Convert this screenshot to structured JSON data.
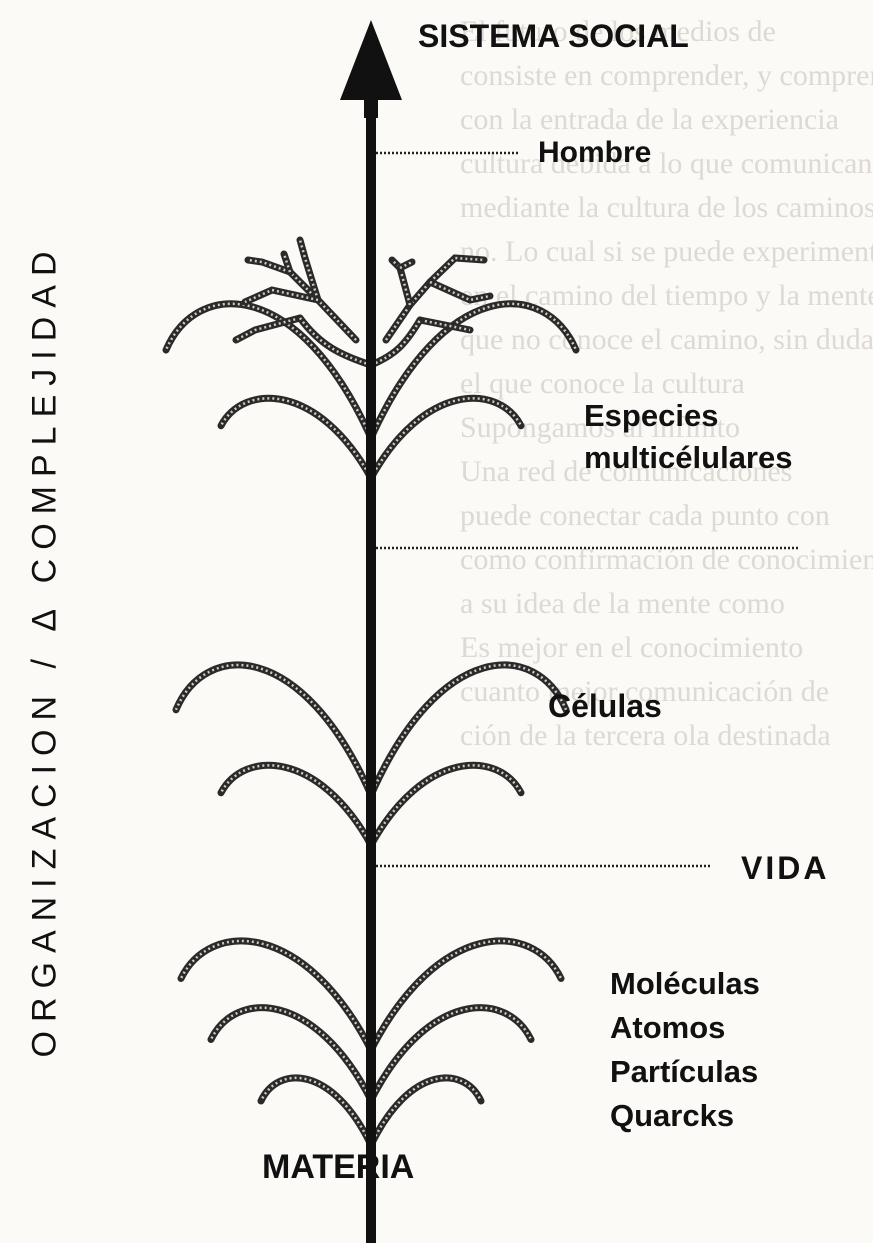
{
  "title": "SISTEMA  SOCIAL",
  "bottom_label": "MATERIA",
  "axis_label": "ORGANIZACION / Δ COMPLEJIDAD",
  "levels": {
    "hombre": "Hombre",
    "especies_1": "Especies",
    "especies_2": "multicélulares",
    "celulas": "Células",
    "vida": "VIDA",
    "moleculas": "Moléculas",
    "atomos": "Atomos",
    "particulas": "Partículas",
    "quarcks": "Quarcks"
  },
  "colors": {
    "ink": "#111111",
    "branch": "#444444",
    "paper": "#fbfaf6",
    "bleed": "#ddd9d4"
  }
}
